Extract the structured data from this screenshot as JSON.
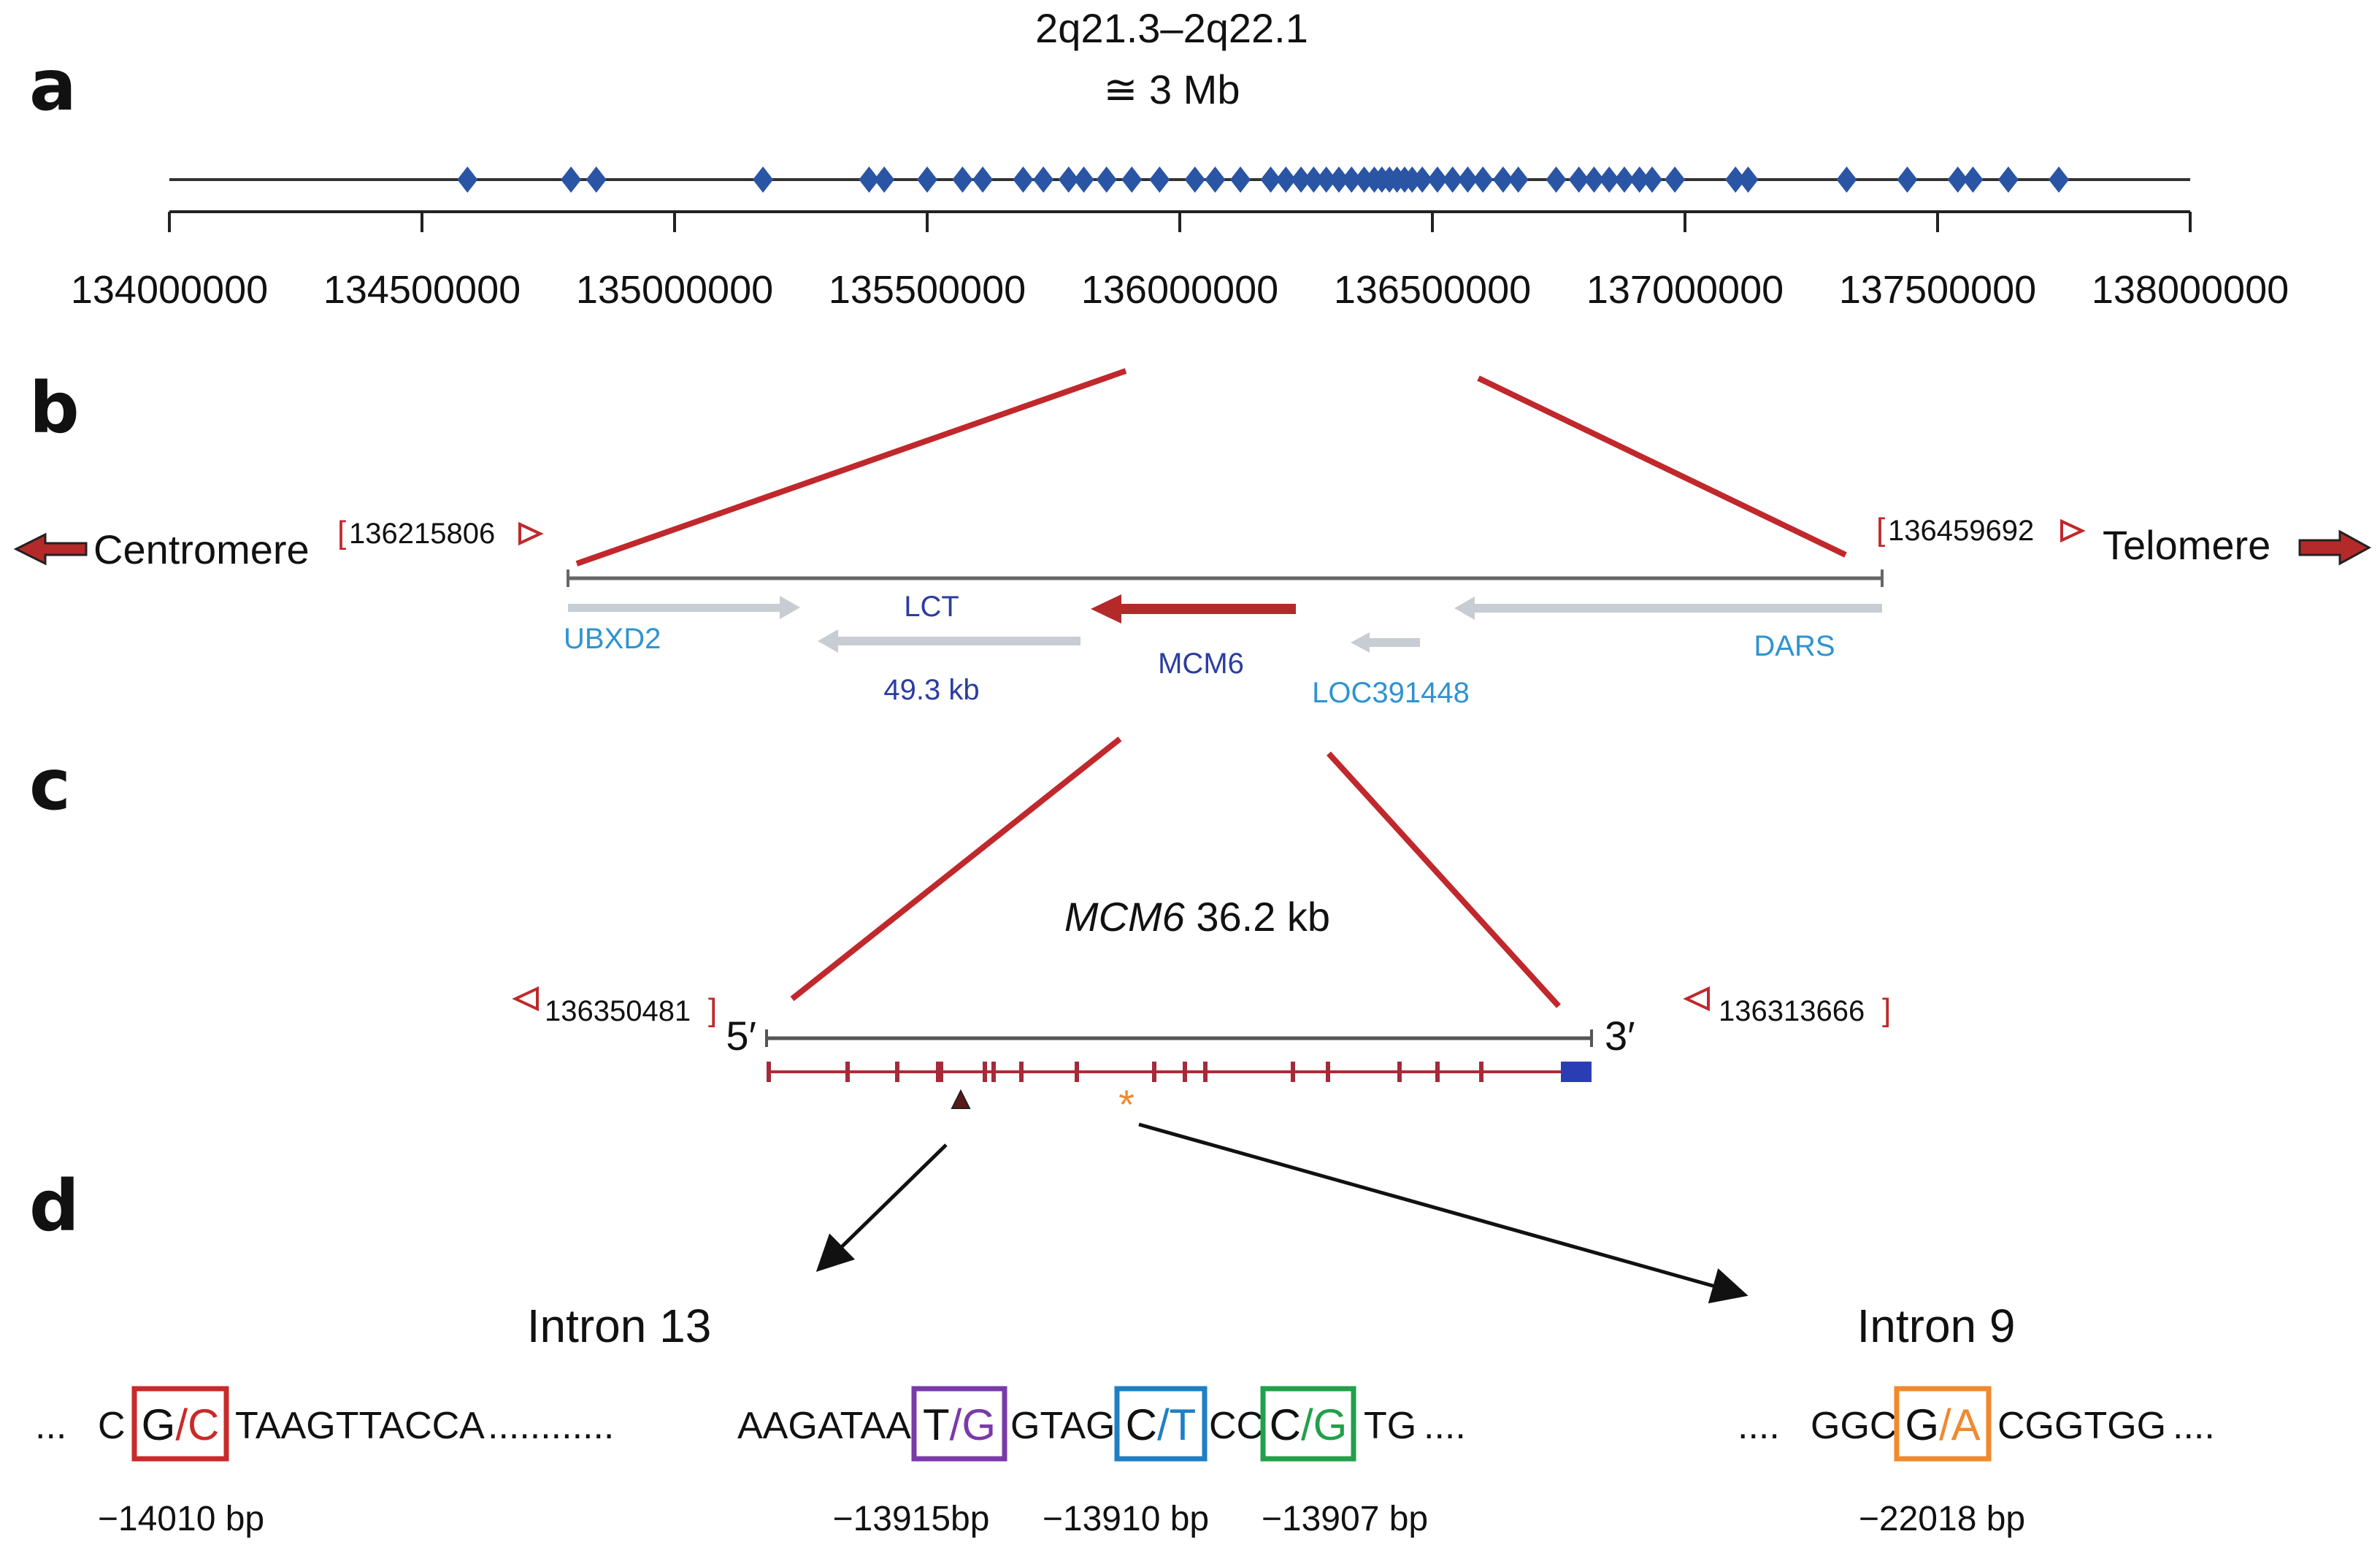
{
  "panels": [
    "a",
    "b",
    "c",
    "d"
  ],
  "panel_a": {
    "region": "2q21.3–2q22.1",
    "size": "≅ 3 Mb",
    "axis_min": 134000000,
    "axis_max": 138000000,
    "ticks": [
      "134000000",
      "134500000",
      "135000000",
      "135500000",
      "136000000",
      "136500000",
      "137000000",
      "137500000",
      "138000000"
    ],
    "marker_color": "#2a55a5",
    "markers": [
      134590000,
      134795000,
      134845000,
      135175000,
      135385000,
      135415000,
      135500000,
      135570000,
      135610000,
      135690000,
      135730000,
      135780000,
      135810000,
      135855000,
      135905000,
      135960000,
      136030000,
      136070000,
      136120000,
      136180000,
      136210000,
      136240000,
      136265000,
      136290000,
      136315000,
      136340000,
      136365000,
      136385000,
      136400000,
      136415000,
      136430000,
      136445000,
      136460000,
      136480000,
      136510000,
      136540000,
      136570000,
      136600000,
      136640000,
      136670000,
      136745000,
      136790000,
      136820000,
      136850000,
      136880000,
      136910000,
      136935000,
      136980000,
      137100000,
      137125000,
      137320000,
      137440000,
      137540000,
      137570000,
      137640000,
      137740000
    ]
  },
  "panel_b": {
    "left_label": "Centromere",
    "right_label": "Telomere",
    "left_coord": "136215806",
    "right_coord": "136459692",
    "genes": {
      "ubxd2": "UBXD2",
      "lct": "LCT",
      "lct_size": "49.3 kb",
      "mcm6": "MCM6",
      "loc": "LOC391448",
      "dars": "DARS"
    }
  },
  "panel_c": {
    "gene": "MCM6",
    "size": "36.2 kb",
    "left_coord": "136350481",
    "right_coord": "136313666",
    "five_prime": "5′",
    "three_prime": "3′"
  },
  "panel_d": {
    "intron13_title": "Intron 13",
    "intron9_title": "Intron 9",
    "dots": "...",
    "seq": {
      "s1": "C",
      "s2": "TAAGTTACCA",
      "s3": "............",
      "s4": "AAGATAA",
      "s5": "GTAG",
      "s6": "CC",
      "s7": "TG",
      "s8": "....",
      "s9": "....",
      "s10": "GGC",
      "s11": "CGGTGG",
      "s12": "...."
    },
    "snps": [
      {
        "ref": "G",
        "alt": "C",
        "color": "#c92a2a",
        "position": "−14010 bp"
      },
      {
        "ref": "T",
        "alt": "G",
        "color": "#7a3aa8",
        "position": "−13915bp"
      },
      {
        "ref": "C",
        "alt": "T",
        "color": "#1f7fc4",
        "position": "−13910 bp"
      },
      {
        "ref": "C",
        "alt": "G",
        "color": "#22a04a",
        "position": "−13907 bp"
      },
      {
        "ref": "G",
        "alt": "A",
        "color": "#ef8a2e",
        "position": "−22018 bp"
      }
    ]
  },
  "colors": {
    "zoom_line": "#c0282c",
    "gene_arrow_grey": "#c8cdd3",
    "mcm6_arrow": "#b42a2a",
    "exon": "#a52a3a",
    "utr_box": "#2b3db5",
    "star": "#ef8a2e"
  }
}
